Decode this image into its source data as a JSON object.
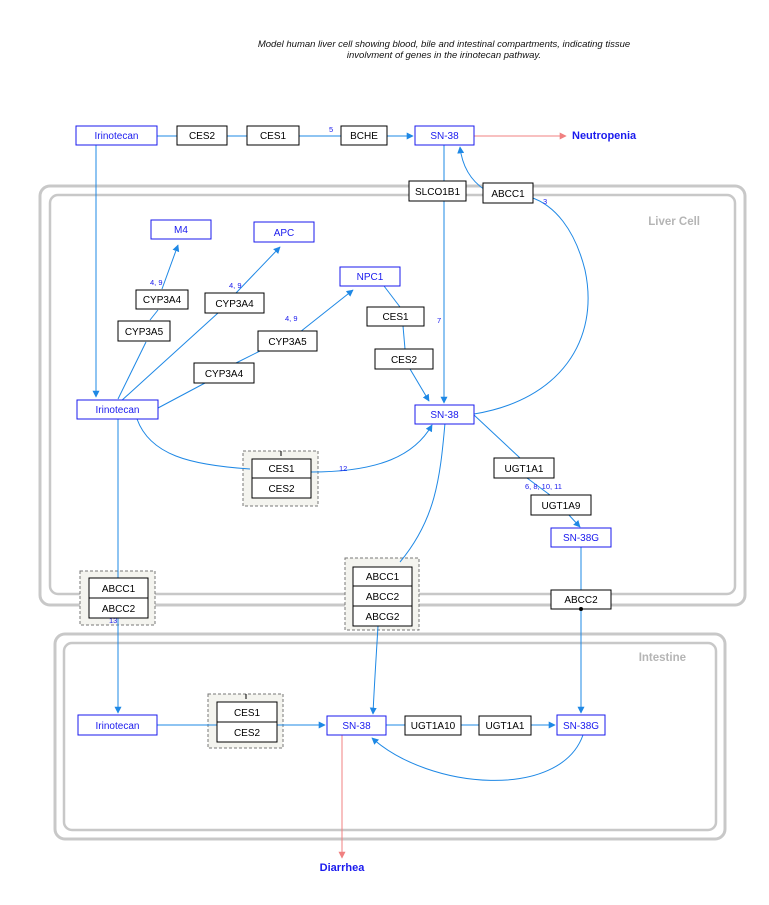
{
  "title": {
    "line1": "Model human liver cell showing blood, bile and intestinal compartments, indicating tissue",
    "line2": "involvment of genes in the irinotecan pathway."
  },
  "compartments": {
    "liver": "Liver Cell",
    "intestine": "Intestine"
  },
  "metabolites": {
    "irinotecan_blood": "Irinotecan",
    "sn38_blood": "SN-38",
    "m4": "M4",
    "apc": "APC",
    "npc1": "NPC1",
    "irinotecan_liver": "Irinotecan",
    "sn38_liver": "SN-38",
    "sn38g_liver": "SN-38G",
    "irinotecan_int": "Irinotecan",
    "sn38_int": "SN-38",
    "sn38g_int": "SN-38G"
  },
  "outcomes": {
    "neutropenia": "Neutropenia",
    "diarrhea": "Diarrhea"
  },
  "genes": {
    "ces2_blood": "CES2",
    "ces1_blood": "CES1",
    "bche": "BCHE",
    "slco1b1": "SLCO1B1",
    "abcc1_top": "ABCC1",
    "cyp3a4_m4": "CYP3A4",
    "cyp3a5": "CYP3A5",
    "cyp3a4_apc": "CYP3A4",
    "cyp3a5_npc": "CYP3A5",
    "cyp3a4_npc": "CYP3A4",
    "ces1_npc": "CES1",
    "ces2_npc": "CES2",
    "ces1_group": "CES1",
    "ces2_group": "CES2",
    "ugt1a1_liver": "UGT1A1",
    "ugt1a9": "UGT1A9",
    "abcc1_left": "ABCC1",
    "abcc2_left": "ABCC2",
    "abcc1_mid": "ABCC1",
    "abcc2_mid": "ABCC2",
    "abcg2_mid": "ABCG2",
    "abcc2_right": "ABCC2",
    "ces1_int": "CES1",
    "ces2_int": "CES2",
    "ugt1a10": "UGT1A10",
    "ugt1a1_int": "UGT1A1"
  },
  "refs": {
    "bche": "5",
    "abcc1_top": "3",
    "m4": "4, 9",
    "apc": "4, 9",
    "npc1": "4, 9",
    "sn38_transport": "7",
    "ces_group": "12",
    "ugt": "6, 8, 10, 11",
    "abcc_left": "13"
  }
}
